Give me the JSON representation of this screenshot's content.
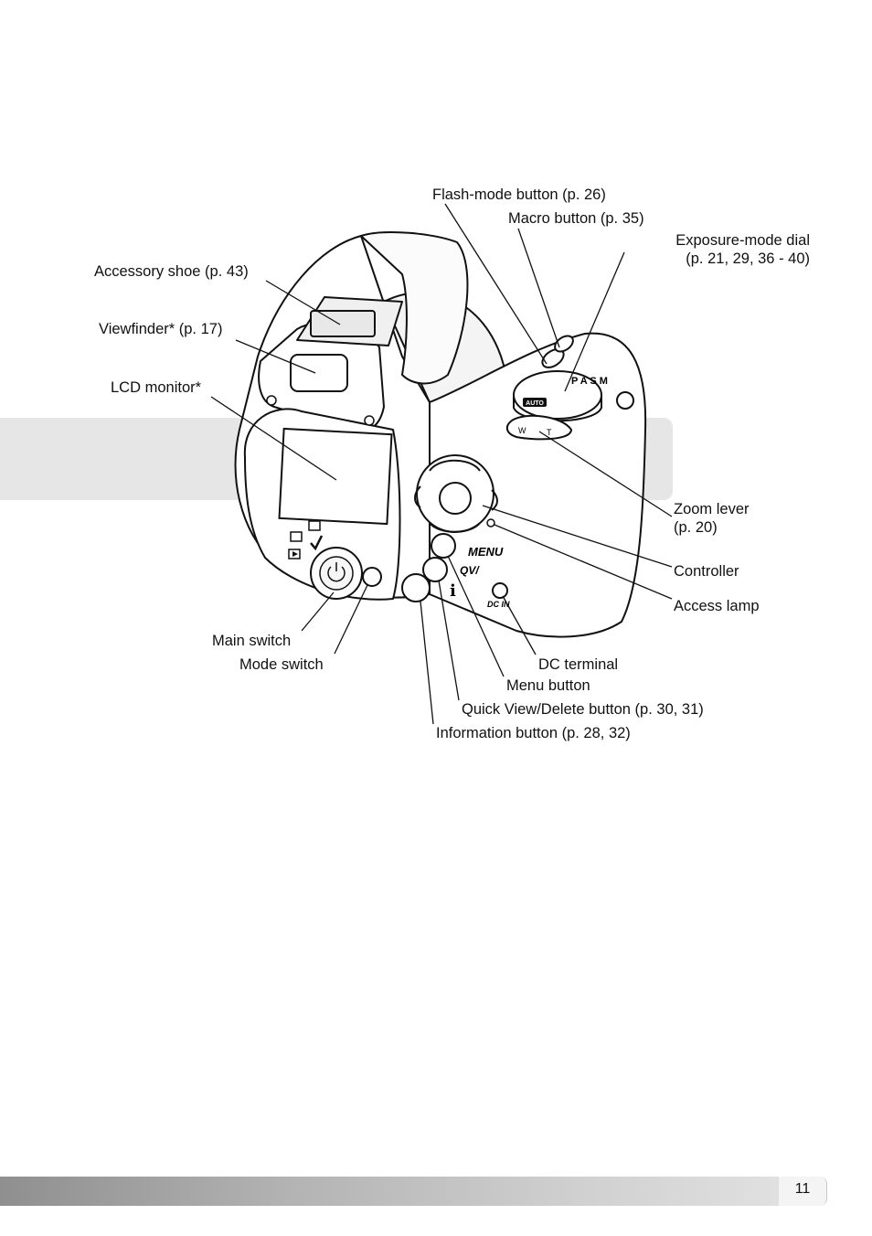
{
  "labels": {
    "flash_mode": "Flash-mode button (p. 26)",
    "macro": "Macro button (p. 35)",
    "exposure_line1": "Exposure-mode dial",
    "exposure_line2": "(p. 21, 29, 36 - 40)",
    "accessory_shoe": "Accessory shoe (p. 43)",
    "viewfinder": "Viewfinder* (p. 17)",
    "lcd_monitor": "LCD monitor*",
    "zoom_line1": "Zoom lever",
    "zoom_line2": "(p. 20)",
    "controller": "Controller",
    "access_lamp": "Access lamp",
    "main_switch": "Main switch",
    "mode_switch": "Mode switch",
    "dc_terminal": "DC terminal",
    "menu_button": "Menu button",
    "quick_view": "Quick View/Delete button (p. 30, 31)",
    "information": "Information button (p. 28, 32)"
  },
  "camera_markings": {
    "menu": "MENU",
    "qv": "QV/",
    "dc_in": "DC IN",
    "auto": "AUTO",
    "info": "i"
  },
  "page_number": "11"
}
